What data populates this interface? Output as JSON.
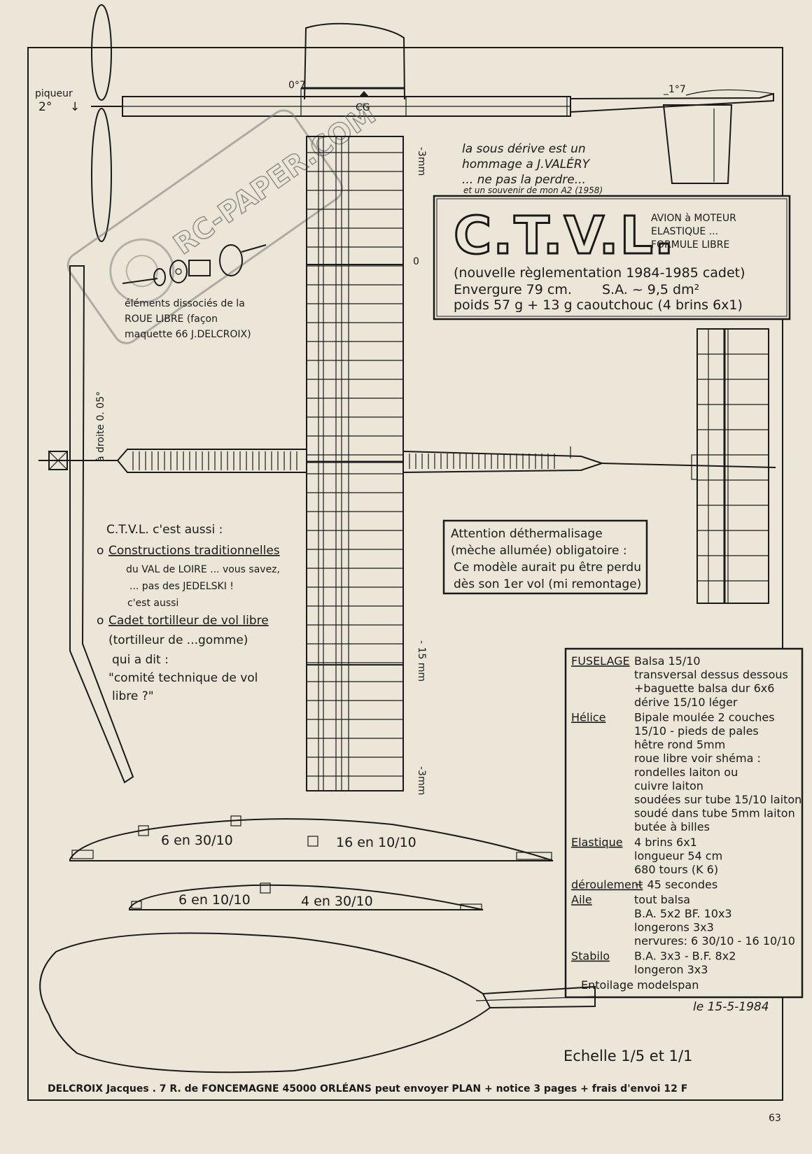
{
  "page_number": "63",
  "title_box": {
    "logo": "C.T.V.L.",
    "subtitle_lines": [
      "AVION à MOTEUR",
      "ELASTIQUE ...",
      "FORMULE LIBRE"
    ],
    "regulation": "(nouvelle règlementation 1984-1985 cadet)",
    "span": "Envergure 79 cm.",
    "area": "S.A. ~ 9,5 dm²",
    "weight": "poids 57 g + 13 g caoutchouc (4 brins 6x1)"
  },
  "dedication": {
    "lines": [
      "la sous dérive est un",
      "hommage a J.VALÉRY",
      "... ne pas la perdre...",
      "et un souvenir de mon A2 (1958)"
    ]
  },
  "stamp": "RC-PAPER.COM",
  "side_view": {
    "piqueur_label": "piqueur",
    "piqueur_value": "2°",
    "wing_incidence": "0°7",
    "stab_incidence": "_1°7",
    "cg": "CG"
  },
  "freewheel": {
    "lines": [
      "éléments dissociés de la",
      "ROUE LIBRE (façon",
      "maquette 66 J.DELCROIX)"
    ]
  },
  "right_thrust": "à droite 0. 05°",
  "wing_dims": [
    "-3mm",
    "0",
    "- 15 mm",
    "-3mm"
  ],
  "ctvl_note": {
    "line1": "C.T.V.L. c'est aussi :",
    "items": [
      [
        "Constructions traditionnelles",
        "du VAL de LOIRE ... vous savez,",
        "... pas des JEDELSKI !"
      ],
      [
        "c'est aussi"
      ],
      [
        "Cadet tortilleur de vol libre",
        "(tortilleur de ...gomme)",
        "qui a dit :",
        "\"comité technique de vol",
        "libre ?\""
      ]
    ]
  },
  "dt_warning": [
    "Attention déthermalisage",
    "(mèche allumée) obligatoire :",
    "Ce modèle aurait pu être perdu",
    "dès son 1er vol (mi remontage)"
  ],
  "wing_ribs": {
    "big": [
      "6 en 30/10",
      "16 en 10/10"
    ],
    "small": [
      "6 en 10/10",
      "4 en 30/10"
    ]
  },
  "specs": {
    "rows": [
      {
        "label": "FUSELAGE",
        "lines": [
          "Balsa 15/10",
          "transversal dessus dessous",
          "+baguette balsa dur 6x6",
          "dérive 15/10 léger"
        ]
      },
      {
        "label": "Hélice",
        "lines": [
          "Bipale moulée 2 couches",
          "15/10 - pieds de pales",
          "hêtre rond 5mm",
          "roue libre voir shéma :",
          "rondelles laiton ou",
          "cuivre laiton",
          "soudées sur tube 15/10 laiton",
          "soudé dans tube 5mm laiton",
          "butée à billes"
        ]
      },
      {
        "label": "Elastique",
        "lines": [
          "4 brins 6x1",
          "longueur 54 cm",
          "680 tours (K 6)"
        ]
      },
      {
        "label": "déroulement",
        "lines": [
          "~ 45 secondes"
        ]
      },
      {
        "label": "Aile",
        "lines": [
          "tout balsa",
          "B.A. 5x2   BF. 10x3",
          "longerons 3x3",
          "nervures: 6 30/10 - 16 10/10"
        ]
      },
      {
        "label": "Stabilo",
        "lines": [
          "B.A. 3x3 -  B.F. 8x2",
          "longeron 3x3"
        ]
      },
      {
        "label": "",
        "lines": [
          "Entoilage modelspan"
        ]
      }
    ]
  },
  "date": "le 15-5-1984",
  "scale": "Echelle 1/5 et 1/1",
  "footer": "DELCROIX Jacques . 7 R. de FONCEMAGNE 45000 ORLÉANS  peut envoyer PLAN + notice 3 pages + frais d'envoi 12 F"
}
